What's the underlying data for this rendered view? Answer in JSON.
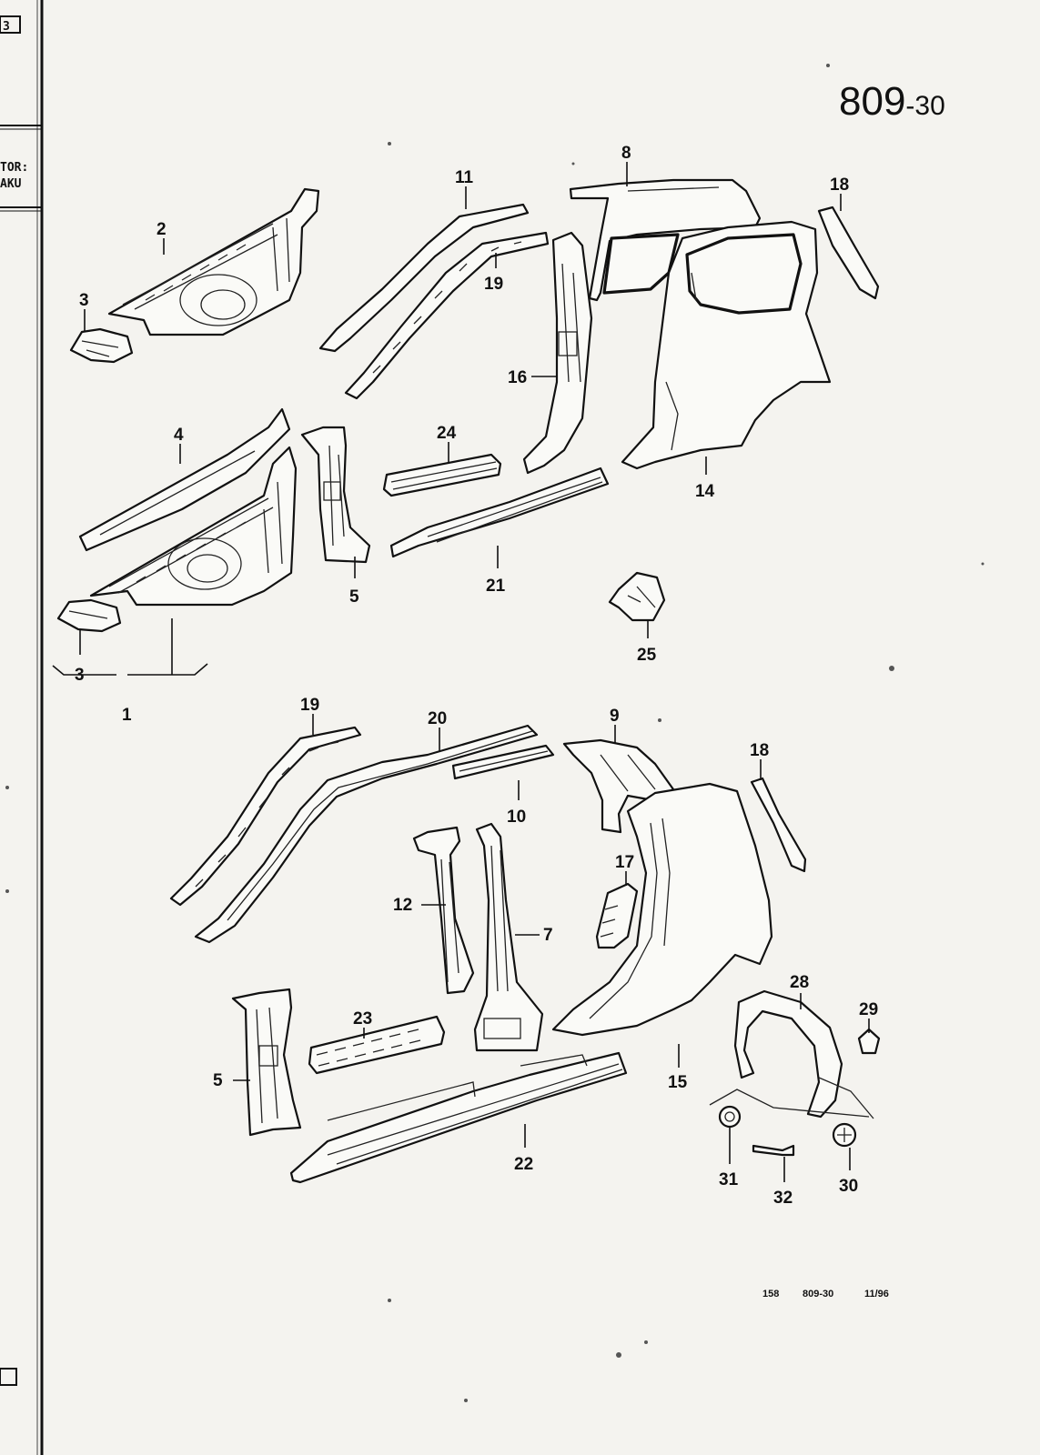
{
  "page": {
    "code_main": "809",
    "code_suffix": "-30"
  },
  "margin": {
    "top_box": "3",
    "label_line1": "TOR:",
    "label_line2": "AKU"
  },
  "footer": {
    "sheet": "158",
    "code": "809-30",
    "date": "11/96"
  },
  "callouts": {
    "p1": "1",
    "p2": "2",
    "p3a": "3",
    "p3b": "3",
    "p4": "4",
    "p5a": "5",
    "p5b": "5",
    "p7": "7",
    "p8": "8",
    "p9": "9",
    "p10": "10",
    "p11": "11",
    "p12": "12",
    "p14": "14",
    "p15": "15",
    "p16": "16",
    "p17": "17",
    "p18a": "18",
    "p18b": "18",
    "p19a": "19",
    "p19b": "19",
    "p20": "20",
    "p21": "21",
    "p22": "22",
    "p23": "23",
    "p24": "24",
    "p25": "25",
    "p28": "28",
    "p29": "29",
    "p30": "30",
    "p31": "31",
    "p32": "32"
  }
}
